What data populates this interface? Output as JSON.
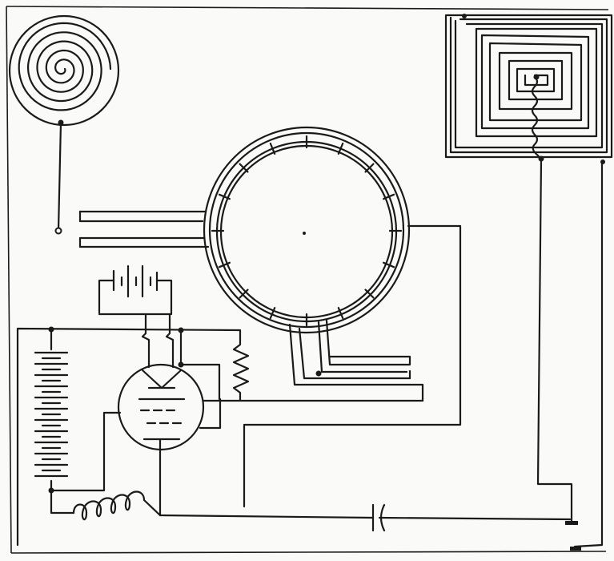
{
  "diagram": {
    "type": "hand-drawn circuit schematic",
    "ink_color": "#1a1a1a",
    "paper_color": "#fafaf8",
    "components": [
      {
        "id": "spiral-coil",
        "icon": "spiral-antenna-icon"
      },
      {
        "id": "square-spiral-coil",
        "icon": "square-spiral-antenna-icon"
      },
      {
        "id": "ring-resonator",
        "icon": "double-ring-resonator-icon"
      },
      {
        "id": "vacuum-tube",
        "icon": "triode-tube-icon"
      },
      {
        "id": "filament-battery",
        "icon": "battery-icon"
      },
      {
        "id": "plate-battery",
        "icon": "battery-stack-icon"
      },
      {
        "id": "resistor",
        "icon": "zigzag-resistor-icon"
      },
      {
        "id": "inductor",
        "icon": "inductor-coil-icon"
      },
      {
        "id": "capacitor",
        "icon": "capacitor-icon"
      },
      {
        "id": "ground-terminals",
        "icon": "ground-terminal-icon"
      }
    ]
  }
}
